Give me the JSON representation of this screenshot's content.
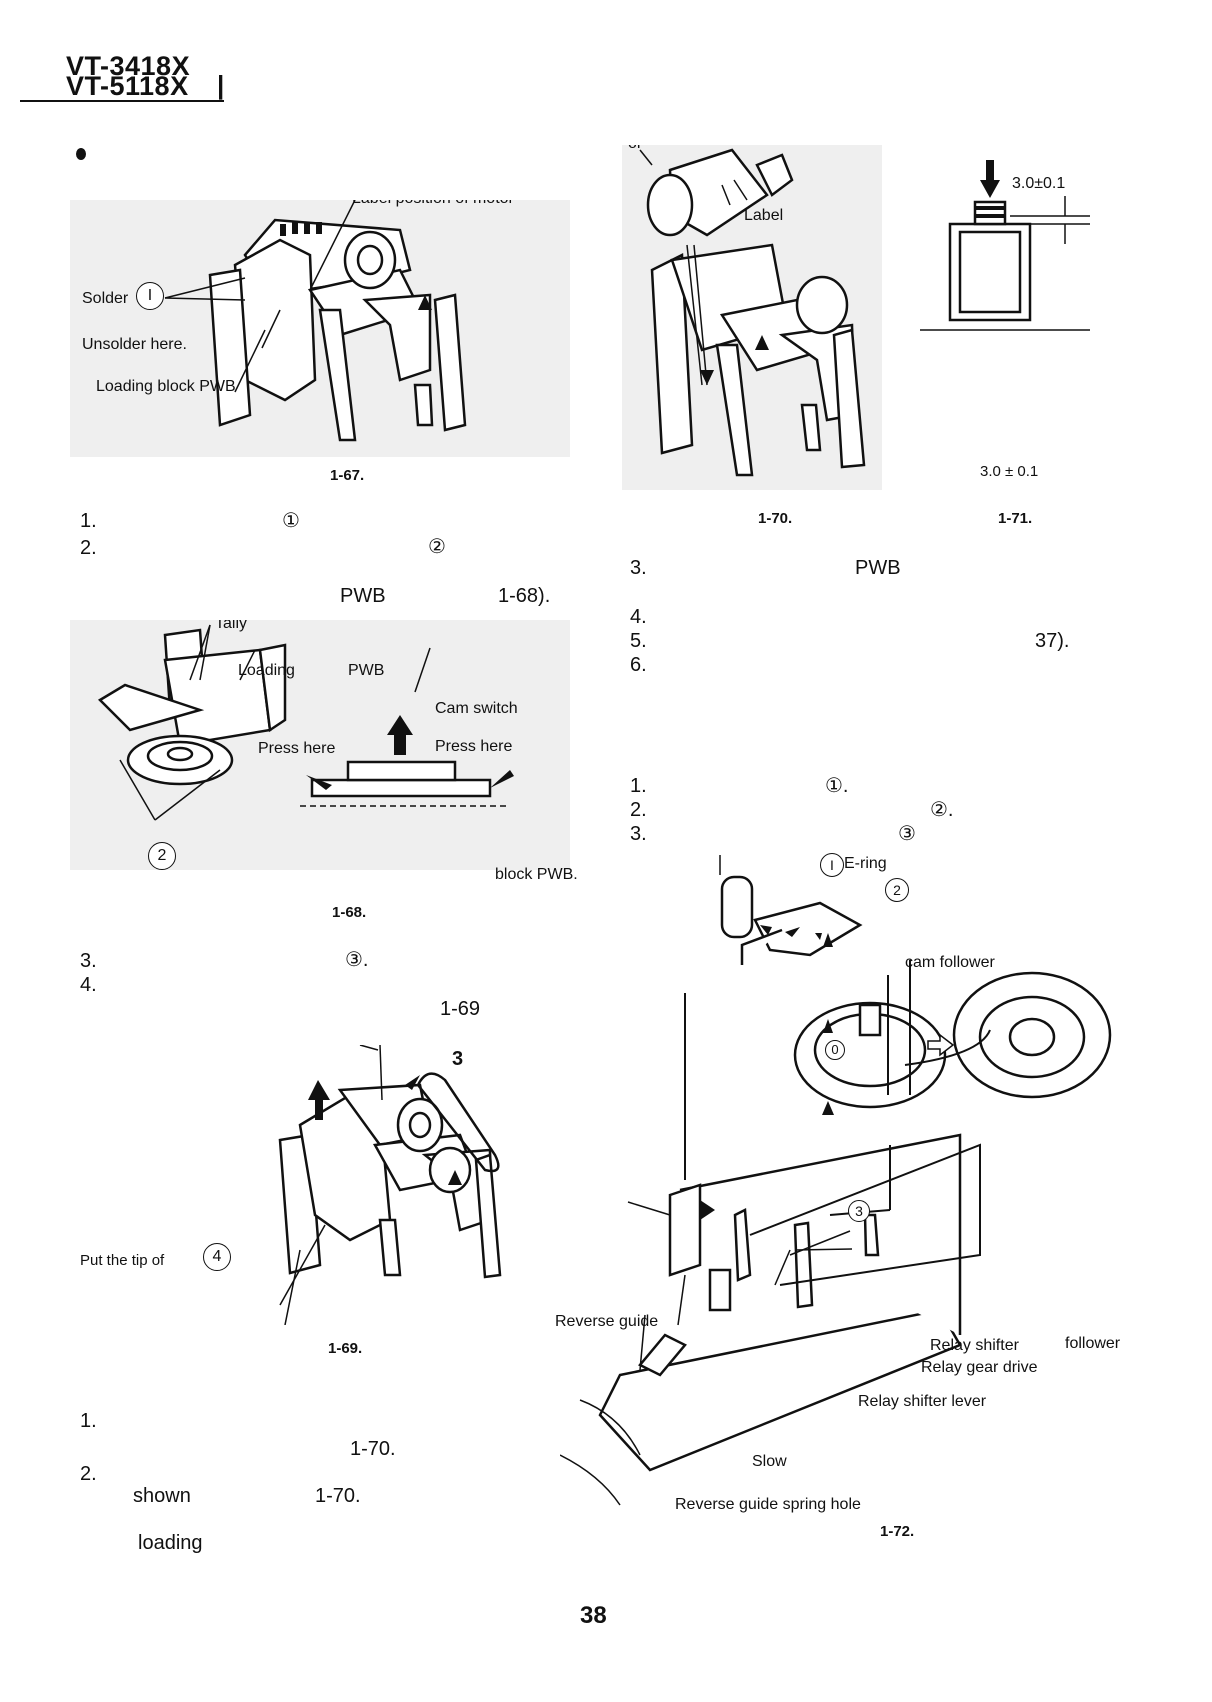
{
  "header": {
    "model1": "VT-3418X",
    "model2": "VT-5118X",
    "bar": "|"
  },
  "page_number": "38",
  "fig67": {
    "caption": "1-67.",
    "labels": {
      "label_position": "Label position of motor",
      "solder": "Solder",
      "solder_mark": "I",
      "unsolder": "Unsolder here.",
      "loading_pwb": "Loading block PWB"
    }
  },
  "steps_a": [
    {
      "num": "1.",
      "mark": "①"
    },
    {
      "num": "2.",
      "mark": "②"
    }
  ],
  "text_a": {
    "pwb": "PWB",
    "ref": "1-68)."
  },
  "fig68": {
    "caption": "1-68.",
    "labels": {
      "tally": "Tally",
      "loading": "Loading",
      "pwb": "PWB",
      "cam_switch": "Cam switch",
      "press_here_left": "Press here",
      "press_here_right": "Press here",
      "mark2": "2",
      "block_pwb": "block PWB."
    }
  },
  "steps_b": [
    {
      "num": "3.",
      "mark": "③."
    },
    {
      "num": "4.",
      "ref": "1-69"
    }
  ],
  "fig69": {
    "caption": "1-69.",
    "labels": {
      "three": "3",
      "put_tip": "Put the tip of",
      "mark4": "4"
    }
  },
  "steps_c": [
    {
      "num": "1.",
      "ref": "1-70."
    },
    {
      "num": "2.",
      "shown": "shown",
      "ref": "1-70."
    }
  ],
  "text_c": {
    "loading": "loading"
  },
  "fig70": {
    "caption": "1-70.",
    "labels": {
      "or": "or",
      "label": "Label"
    }
  },
  "fig71": {
    "caption": "1-71.",
    "dimension_top": "3.0±0.1",
    "dimension_bottom": "3.0 ± 0.1"
  },
  "steps_d": [
    {
      "num": "3.",
      "pwb": "PWB"
    },
    {
      "num": "4."
    },
    {
      "num": "5.",
      "ref": "37)."
    },
    {
      "num": "6."
    }
  ],
  "steps_e": [
    {
      "num": "1.",
      "mark": "①."
    },
    {
      "num": "2.",
      "mark": "②."
    },
    {
      "num": "3.",
      "mark": "③"
    }
  ],
  "fig72": {
    "caption": "1-72.",
    "labels": {
      "mark1": "I",
      "ering": "E-ring",
      "mark2": "2",
      "cam_follower": "cam follower",
      "mark0": "0",
      "mark3": "3",
      "reverse_guide": "Reverse guide",
      "relay_shifter": "Relay shifter",
      "follower": "follower",
      "relay_gear_drive": "Relay gear drive",
      "relay_shifter_lever": "Relay shifter lever",
      "slow": "Slow",
      "reverse_guide_spring_hole": "Reverse guide spring hole"
    }
  }
}
